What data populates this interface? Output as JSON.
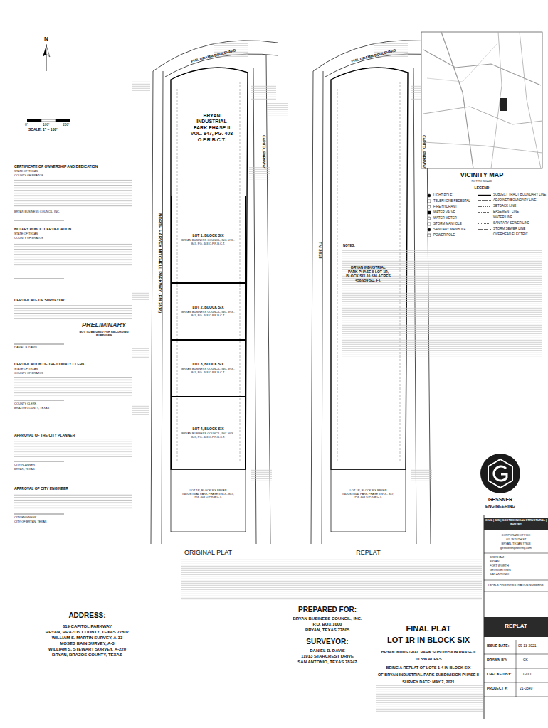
{
  "diagram": {
    "title": "FINAL PLAT",
    "nodes": [
      {
        "text": [
          "BRYAN INDUSTRIAL PARK PHASE II VOL. 847, PG. 403 O.P.R.B.C.T."
        ]
      },
      {
        "text": [
          "LOT 1, BLOCK SIX",
          "BRYAN BUSINESS COUNCIL, INC. VOL. 847, PG. 403 O.P.R.B.C.T."
        ]
      },
      {
        "text": [
          "LOT 2, BLOCK SIX",
          "BRYAN BUSINESS COUNCIL, INC. VOL. 847, PG. 403 O.P.R.B.C.T."
        ]
      },
      {
        "text": [
          "LOT 3, BLOCK SIX",
          "BRYAN BUSINESS COUNCIL, INC. VOL. 847, PG. 403 O.P.R.B.C.T."
        ]
      },
      {
        "text": [
          "LOT 4, BLOCK SIX",
          "BRYAN BUSINESS COUNCIL, INC. VOL. 847, PG. 403 O.P.R.B.C.T."
        ]
      },
      {
        "text": [
          "BRYAN INDUSTRIAL PARK PHASE II LOT 1R, BLOCK SIX 10.536 ACRES 458,959 SQ. FT."
        ]
      }
    ],
    "labels": [
      "N",
      "0'",
      "100'",
      "200'",
      "SCALE: 1\" = 100'",
      "CERTIFICATE OF OWNERSHIP AND DEDICATION",
      "STATE OF TEXAS",
      "COUNTY OF BRAZOS",
      "BRYAN BUSINESS COUNCIL, INC.",
      "NOTARY PUBLIC CERTIFICATION",
      "STATE OF TEXAS",
      "COUNTY OF BRAZOS",
      "CERTIFICATE OF SURVEYOR",
      "PRELIMINARY",
      "NOT TO BE USED FOR RECORDING PURPOSES",
      "DANIEL B. DAVIS",
      "CERTIFICATION OF THE COUNTY CLERK",
      "STATE OF TEXAS",
      "COUNTY OF BRAZOS",
      "COUNTY CLERK",
      "BRAZOS COUNTY, TEXAS",
      "APPROVAL OF THE CITY PLANNER",
      "CITY PLANNER",
      "BRYAN, TEXAS",
      "APPROVAL OF CITY ENGINEER",
      "CITY ENGINEER",
      "CITY OF BRYAN, TEXAS",
      "PHIL GRAMM BOULEVARD",
      "NORTH HARVEY MITCHELL PARKWAY (FM 2818)",
      "CAPITOL PARKWAY",
      "PHIL GRAMM BOULEVARD",
      "FM 2818",
      "CAPITOL PARKWAY",
      "ORIGINAL PLAT",
      "REPLAT",
      "LOT 1R, BLOCK SIX BRYAN INDUSTRIAL PARK PHASE II VOL. 847, PG. 403 O.P.R.B.C.T.",
      "LOT 1R, BLOCK SIX BRYAN INDUSTRIAL PARK PHASE II VOL. 847, PG. 403 O.P.R.B.C.T.",
      "VICINITY MAP",
      "NOT TO SCALE",
      "LEGEND",
      "NOTES:",
      "GESSNER",
      "ENGINEERING",
      "CIVIL | GIS | GEOTECHNICAL STRUCTURAL | SURVEY",
      "CORPORATE OFFICE",
      "401 W 26TH ST",
      "BRYAN, TEXAS 77803",
      "gessnerengineering.com",
      "BRENHAM",
      "BRYAN",
      "FORT WORTH",
      "GEORGETOWN",
      "SAN ANTONIO",
      "TBPELS FIRM REGISTRATION NUMBERS:",
      "REPLAT",
      "ISSUE DATE:",
      "09-13-2021",
      "DRAWN BY:",
      "CK",
      "CHECKED BY:",
      "GDD",
      "PROJECT #:",
      "21-0349",
      "PREPARED FOR:",
      "BRYAN BUSINESS COUNCIL, INC.",
      "P.O. BOX 1000",
      "BRYAN, TEXAS 77805",
      "SURVEYOR:",
      "DANIEL B. DAVIS",
      "11913 STARCREST DRIVE",
      "SAN ANTONIO, TEXAS 78247",
      "ADDRESS:",
      "619 CAPITOL PARKWAY",
      "BRYAN, BRAZOS COUNTY, TEXAS 77807",
      "WILLIAM S. MARTIN SURVEY, A-33",
      "MOSES BAIN SURVEY, A-3",
      "WILLIAM S. STEWART SURVEY, A-220",
      "BRYAN, BRAZOS COUNTY, TEXAS",
      "LOT 1R IN BLOCK SIX",
      "BRYAN INDUSTRIAL PARK SUBDIVISION PHASE II",
      "10.536 ACRES",
      "BEING A REPLAT OF LOTS 1-4 IN BLOCK SIX",
      "OF BRYAN INDUSTRIAL PARK SUBDIVISION PHASE II",
      "SURVEY DATE: MAY 7, 2021"
    ],
    "legend": [
      {
        "text": "LIGHT POLE"
      },
      {
        "text": "TELEPHONE PEDESTAL"
      },
      {
        "text": "FIRE HYDRANT"
      },
      {
        "text": "WATER VALVE"
      },
      {
        "text": "WATER METER"
      },
      {
        "text": "STORM MANHOLE"
      },
      {
        "text": "SANITARY MANHOLE"
      },
      {
        "text": "POWER POLE"
      },
      {
        "text": "SUBJECT TRACT BOUNDARY LINE"
      },
      {
        "text": "ADJOINER BOUNDARY LINE"
      },
      {
        "text": "SETBACK LINE"
      },
      {
        "text": "EASEMENT LINE"
      },
      {
        "text": "WATER LINE"
      },
      {
        "text": "SANITARY SEWER LINE"
      },
      {
        "text": "STORM SEWER LINE"
      },
      {
        "text": "OVERHEAD ELECTRIC"
      }
    ]
  }
}
